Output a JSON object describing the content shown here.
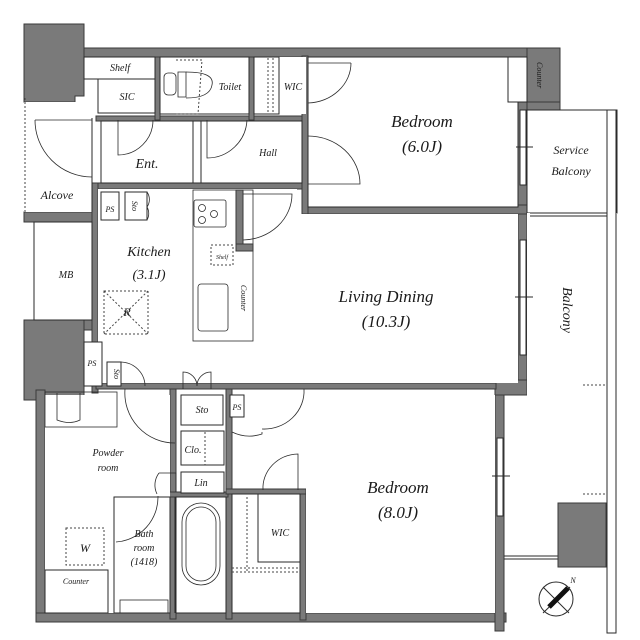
{
  "floor_plan": {
    "rooms": {
      "bedroom_1": {
        "name": "Bedroom",
        "size": "(6.0J)"
      },
      "bedroom_2": {
        "name": "Bedroom",
        "size": "(8.0J)"
      },
      "living_dining": {
        "name": "Living Dining",
        "size": "(10.3J)"
      },
      "kitchen": {
        "name": "Kitchen",
        "size": "(3.1J)"
      },
      "entrance": {
        "name": "Ent."
      },
      "hall": {
        "name": "Hall"
      },
      "alcove": {
        "name": "Alcove"
      },
      "toilet": {
        "name": "Toilet"
      },
      "sic": {
        "name": "SIC"
      },
      "shelf_top": {
        "name": "Shelf"
      },
      "wic_top": {
        "name": "WIC"
      },
      "wic_bottom": {
        "name": "WIC"
      },
      "mb": {
        "name": "MB"
      },
      "powder_room": {
        "name_line1": "Powder",
        "name_line2": "room"
      },
      "bathroom": {
        "name_line1": "Bath",
        "name_line2": "room",
        "size": "(1418)"
      },
      "service_balcony": {
        "name_line1": "Service",
        "name_line2": "Balcony"
      },
      "balcony": {
        "name": "Balcony"
      },
      "counter_top_right": {
        "name": "Counter"
      },
      "counter_kitchen": {
        "name": "Counter"
      },
      "counter_powder": {
        "name": "Counter"
      },
      "kitchen_shelf": {
        "name": "Shelf"
      },
      "refrigerator": {
        "name": "R"
      },
      "washer": {
        "name": "W"
      },
      "ps_1": {
        "name": "PS"
      },
      "ps_2": {
        "name": "PS"
      },
      "ps_3": {
        "name": "PS"
      },
      "sto_1": {
        "name": "Sto"
      },
      "sto_2": {
        "name": "Sto"
      },
      "sto_3": {
        "name": "Sto"
      },
      "closet": {
        "name": "Clo."
      },
      "linen": {
        "name": "Lin"
      }
    },
    "compass": {
      "label": "N"
    },
    "colors": {
      "wall": "#7a7a7a",
      "line": "#2a2a2a",
      "background": "#ffffff"
    }
  }
}
